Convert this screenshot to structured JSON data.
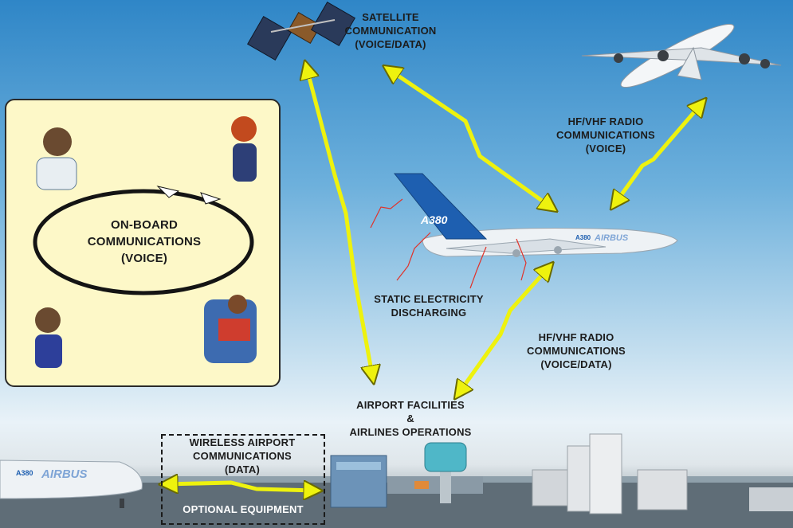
{
  "labels": {
    "satellite": [
      "SATELLITE",
      "COMMUNICATION",
      "(VOICE/DATA)"
    ],
    "hf_vhf_voice": [
      "HF/VHF RADIO",
      "COMMUNICATIONS",
      "(VOICE)"
    ],
    "onboard": [
      "ON-BOARD",
      "COMMUNICATIONS",
      "(VOICE)"
    ],
    "static": [
      "STATIC ELECTRICITY",
      "DISCHARGING"
    ],
    "hf_vhf_voice_data": [
      "HF/VHF RADIO",
      "COMMUNICATIONS",
      "(VOICE/DATA)"
    ],
    "airport": [
      "AIRPORT FACILITIES",
      "&",
      "AIRLINES OPERATIONS"
    ],
    "wireless": [
      "WIRELESS AIRPORT",
      "COMMUNICATIONS",
      "(DATA)"
    ],
    "optional": "OPTIONAL EQUIPMENT"
  },
  "aircraft": {
    "tail_text": "A380",
    "fuselage_brand": "AIRBUS",
    "fuselage_model": "A380"
  },
  "colors": {
    "arrow": "#eef20e",
    "sky_top": "#2f86c7",
    "panel": "#fdf8c8",
    "static_lines": "#e0332b"
  }
}
